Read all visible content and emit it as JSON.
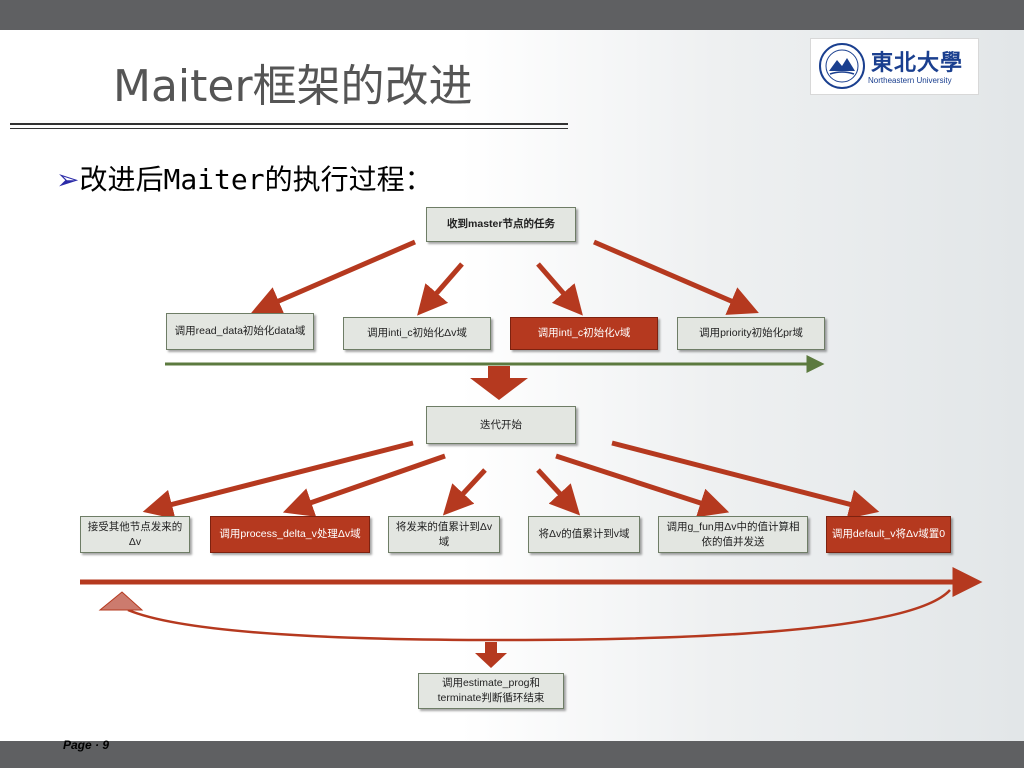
{
  "slide": {
    "title": "Maiter框架的改进",
    "bullet_marker": "➢",
    "bullet_text": "改进后Maiter的执行过程：",
    "page_label": "Page · 9"
  },
  "logo": {
    "cn": "東北大學",
    "en": "Northeastern University"
  },
  "diagram": {
    "top": "收到master节点的任务",
    "init_steps": [
      "调用read_data初始化data域",
      "调用inti_c初始化Δv域",
      "调用inti_c初始化v域",
      "调用priority初始化pr域"
    ],
    "iter_start": "迭代开始",
    "iter_steps": [
      "接受其他节点发来的Δv",
      "调用process_delta_v处理Δv域",
      "将发来的值累计到Δv域",
      "将Δv的值累计到v域",
      "调用g_fun用Δv中的值计算相依的值并发送",
      "调用default_v将Δv域置0"
    ],
    "end": "调用estimate_prog和terminate判断循环结束"
  },
  "colors": {
    "arrow_red": "#b5391f",
    "arrow_green": "#5c7a3f",
    "box_fill": "#e3e6e1",
    "box_highlight": "#b5391f",
    "bar": "#5f6062"
  }
}
